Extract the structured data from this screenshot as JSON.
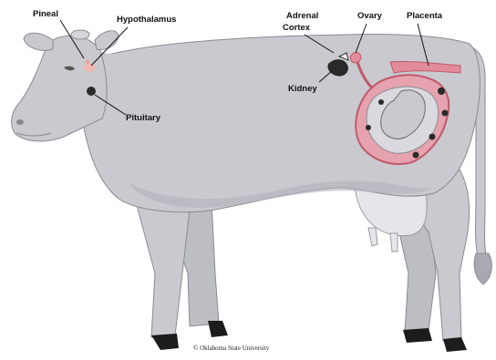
{
  "diagram": {
    "labels": {
      "pineal": "Pineal",
      "hypothalamus": "Hypothalamus",
      "adrenal_cortex_line1": "Adrenal",
      "adrenal_cortex_line2": "Cortex",
      "ovary": "Ovary",
      "placenta": "Placenta",
      "kidney": "Kidney",
      "pituitary": "Pituitary"
    },
    "credit": "© Oklahoma State University"
  },
  "colors": {
    "body": "#c9c9cf",
    "body_shade": "#b3b3bb",
    "outline": "#8a8a92",
    "hoof": "#1c1c1c",
    "udder": "#e6e6ea",
    "uterus": "#e28b9a",
    "uterus_dark": "#c05a6c",
    "gland_dark": "#2a2a2a",
    "hypothalamus": "#f0b8b0"
  }
}
